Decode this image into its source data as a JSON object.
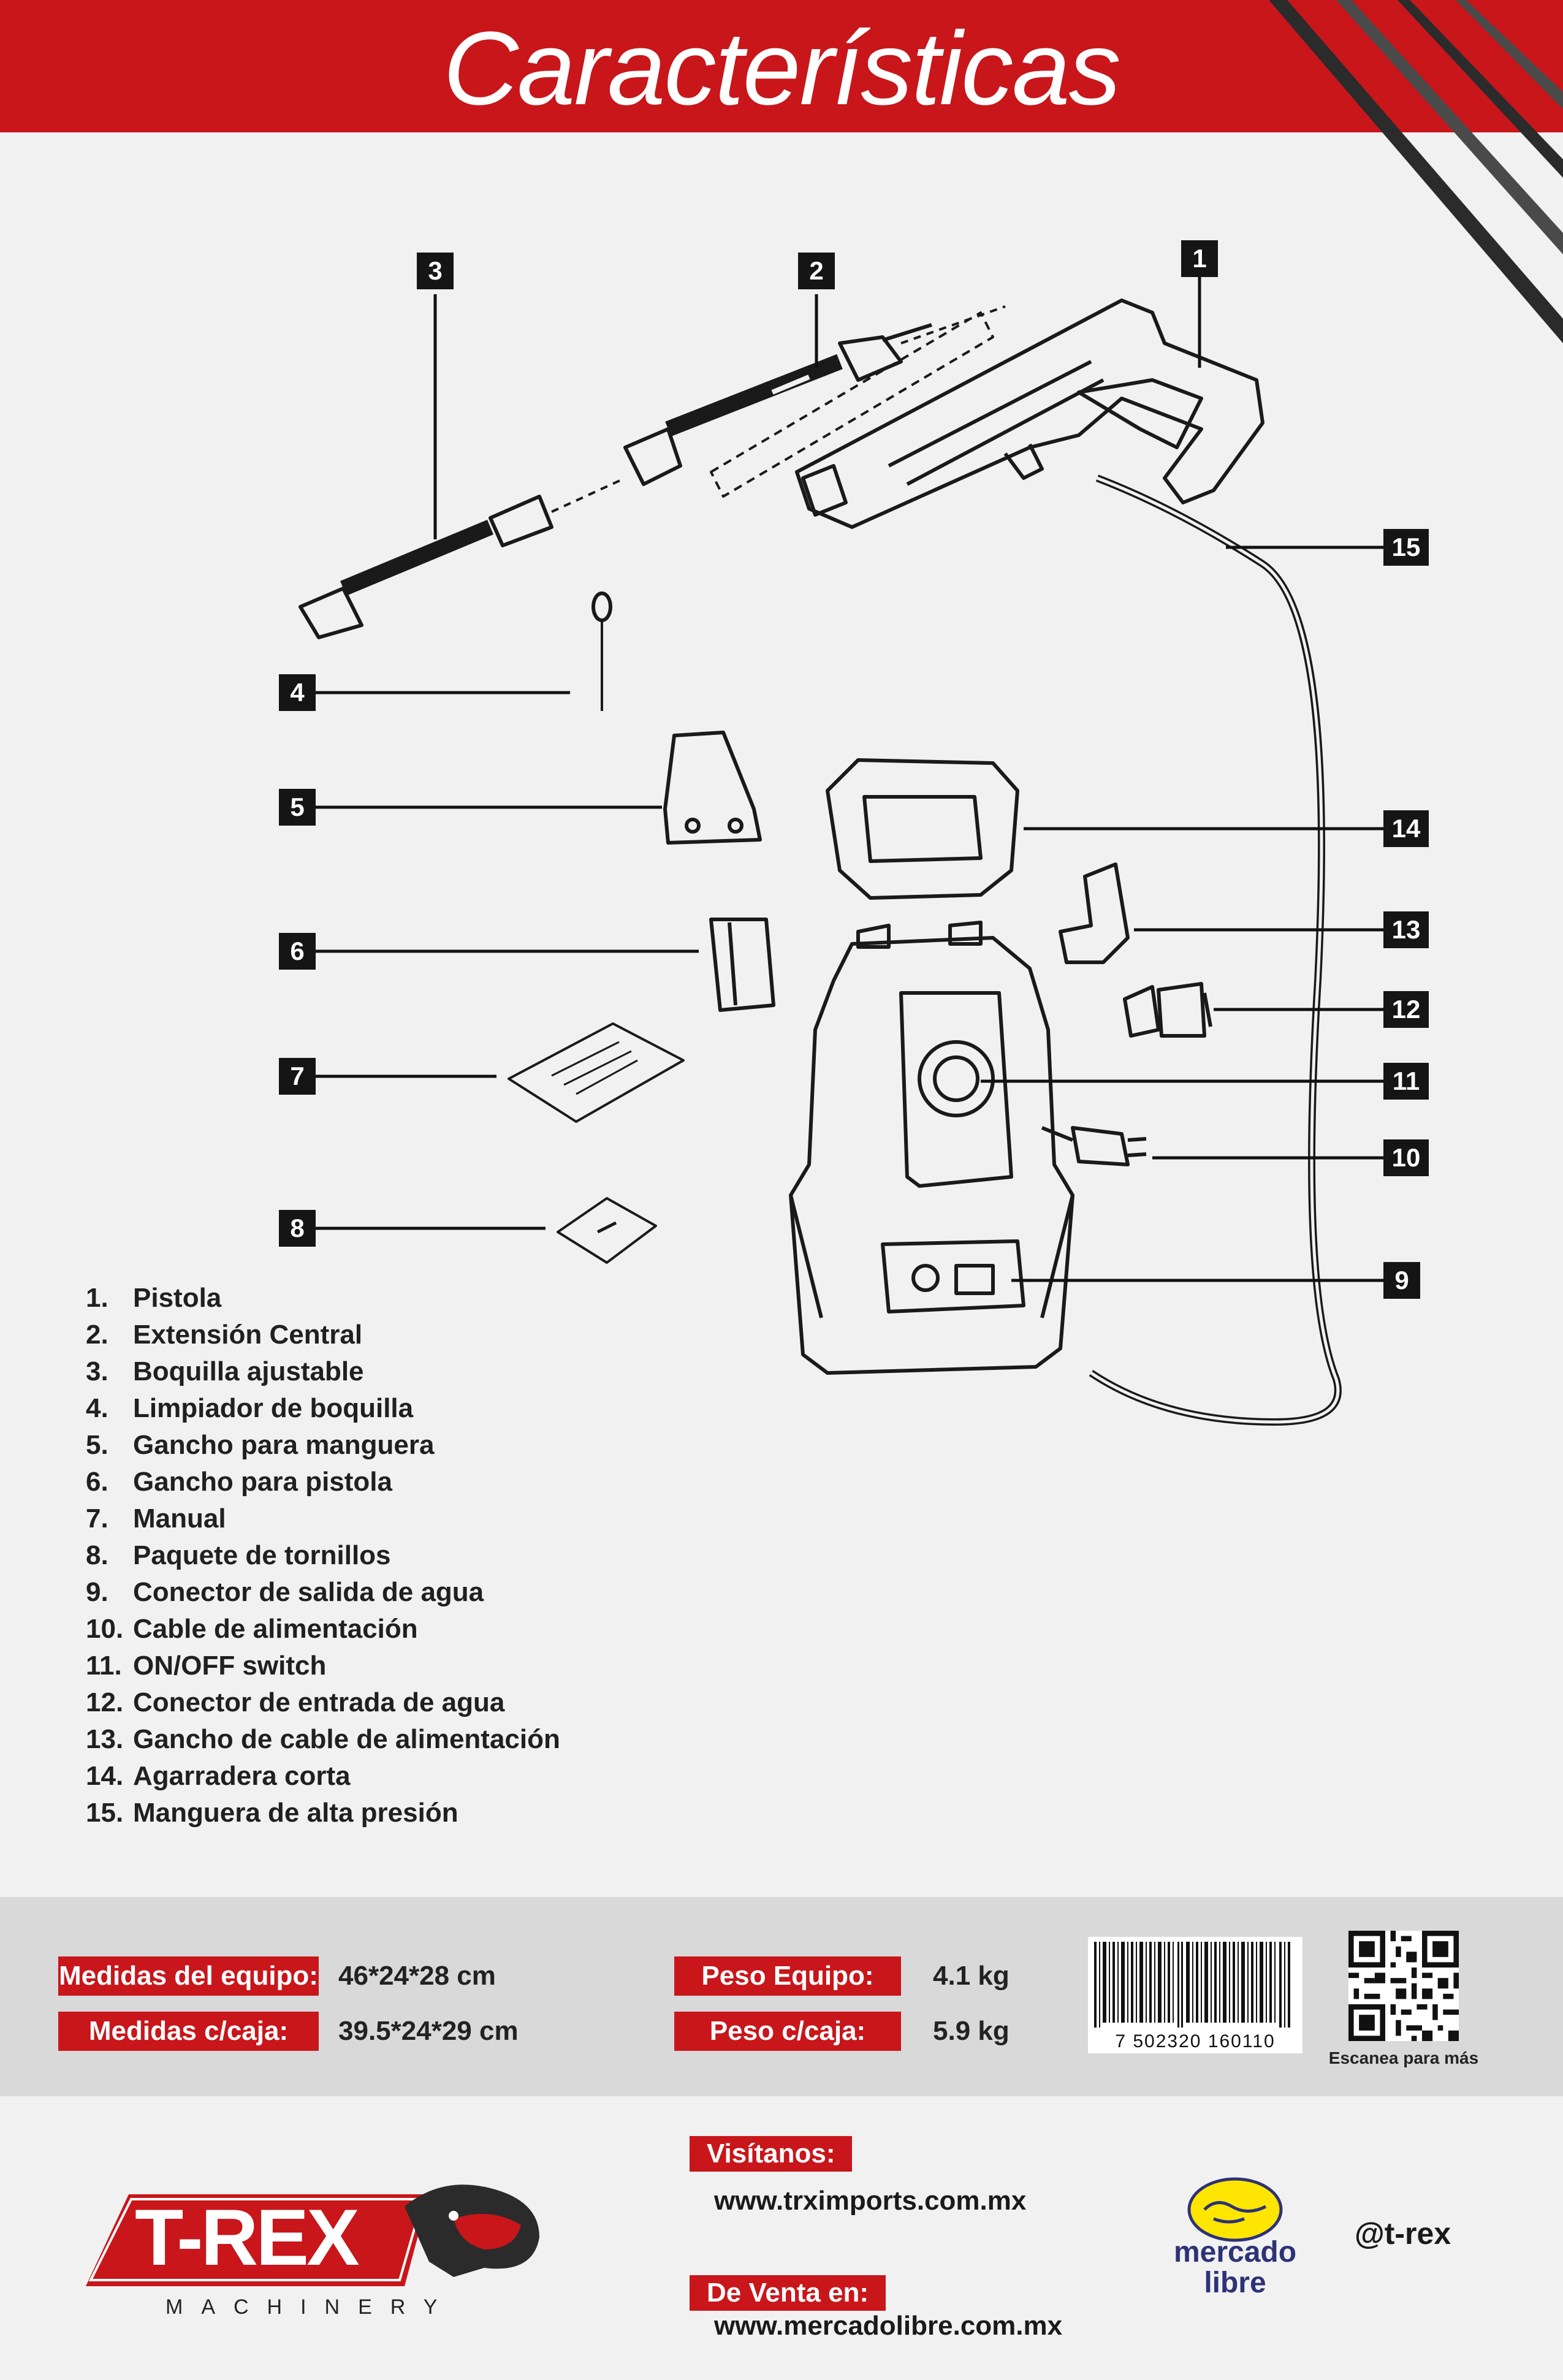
{
  "header": {
    "title": "Características"
  },
  "callouts": [
    "1",
    "2",
    "3",
    "4",
    "5",
    "6",
    "7",
    "8",
    "9",
    "10",
    "11",
    "12",
    "13",
    "14",
    "15"
  ],
  "parts": [
    {
      "num": "1.",
      "name": "Pistola"
    },
    {
      "num": "2.",
      "name": "Extensión Central"
    },
    {
      "num": "3.",
      "name": "Boquilla ajustable"
    },
    {
      "num": "4.",
      "name": "Limpiador de boquilla"
    },
    {
      "num": "5.",
      "name": "Gancho para manguera"
    },
    {
      "num": "6.",
      "name": "Gancho para pistola"
    },
    {
      "num": "7.",
      "name": "Manual"
    },
    {
      "num": "8.",
      "name": "Paquete de tornillos"
    },
    {
      "num": "9.",
      "name": "Conector de salida de agua"
    },
    {
      "num": "10.",
      "name": "Cable de alimentación"
    },
    {
      "num": "11.",
      "name": "ON/OFF switch"
    },
    {
      "num": "12.",
      "name": "Conector de entrada de agua"
    },
    {
      "num": "13.",
      "name": "Gancho de cable de alimentación"
    },
    {
      "num": "14.",
      "name": "Agarradera corta"
    },
    {
      "num": "15.",
      "name": "Manguera de alta presión"
    }
  ],
  "specs": {
    "medidas_equipo_label": "Medidas del equipo:",
    "medidas_equipo_value": "46*24*28 cm",
    "medidas_caja_label": "Medidas c/caja:",
    "medidas_caja_value": "39.5*24*29 cm",
    "peso_equipo_label": "Peso Equipo:",
    "peso_equipo_value": "4.1 kg",
    "peso_caja_label": "Peso c/caja:",
    "peso_caja_value": "5.9 kg"
  },
  "barcode": {
    "number": "7  502320  160110"
  },
  "qr": {
    "caption": "Escanea para más"
  },
  "footer": {
    "visit_label": "Visítanos:",
    "visit_url": "www.trximports.com.mx",
    "sale_label": "De Venta en:",
    "sale_url": "www.mercadolibre.com.mx",
    "social_handle": "@t-rex",
    "brand_name": "T-REX",
    "brand_sub": "MACHINERY",
    "ml_line1": "mercado",
    "ml_line2": "libre"
  },
  "colors": {
    "brand_red": "#c8161b",
    "dark": "#151515",
    "ml_yellow": "#ffe600",
    "ml_blue": "#2d3277"
  }
}
